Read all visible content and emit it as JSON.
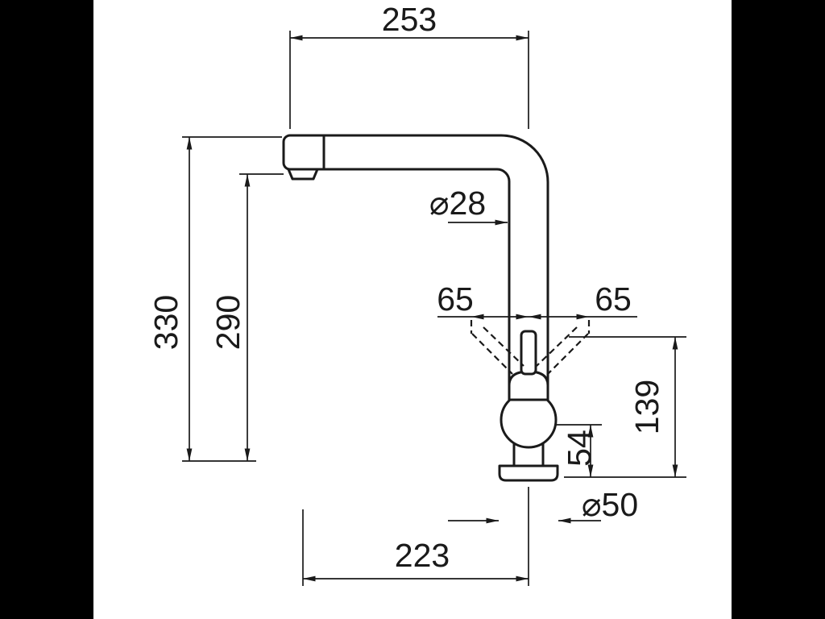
{
  "figure": {
    "type": "technical-dimension-drawing",
    "subject": "kitchen-faucet-side-view"
  },
  "colors": {
    "line": "#1a1a1a",
    "paper": "#ffffff",
    "matte": "#000000"
  },
  "dimensions": {
    "overall_width": "253",
    "height_total": "330",
    "height_to_spout": "290",
    "spout_tube_diameter": "⌀28",
    "lever_swing_left": "65",
    "lever_swing_right": "65",
    "handle_height": "139",
    "base_detail_height": "54",
    "base_diameter": "⌀50",
    "spout_reach": "223"
  }
}
